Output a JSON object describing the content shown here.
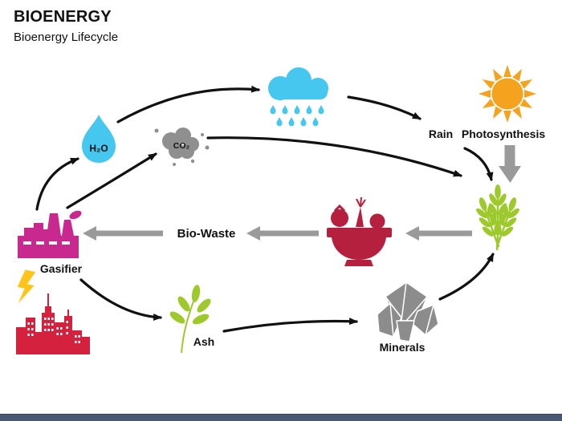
{
  "header": {
    "title": "BIOENERGY",
    "subtitle": "Bioenergy Lifecycle"
  },
  "labels": {
    "h2o": "H₂O",
    "co2": "CO₂",
    "rain": "Rain",
    "photosynthesis": "Photosynthesis",
    "bio_waste": "Bio-Waste",
    "gasifier": "Gasifier",
    "ash": "Ash",
    "minerals": "Minerals"
  },
  "icons": [
    {
      "name": "water-drop-icon",
      "color": "#45C7EF"
    },
    {
      "name": "co2-cloud-icon",
      "color": "#8F8F8F"
    },
    {
      "name": "rain-cloud-icon",
      "color": "#45C7EF"
    },
    {
      "name": "sun-icon",
      "color": "#F5A31E"
    },
    {
      "name": "wheat-icon",
      "color": "#9DC92D"
    },
    {
      "name": "food-bowl-icon",
      "color": "#B5203E"
    },
    {
      "name": "factory-icon",
      "color": "#C9298F"
    },
    {
      "name": "lightning-icon",
      "color": "#FFC41A"
    },
    {
      "name": "city-icon",
      "color": "#D4213D"
    },
    {
      "name": "leaf-icon",
      "color": "#9DC92D"
    },
    {
      "name": "minerals-icon",
      "color": "#8C8C8C"
    }
  ],
  "colors": {
    "cyan": "#45C7EF",
    "icon_gray": "#8F8F8F",
    "arrow_gray": "#9A9A9A",
    "sun_orange": "#F5A31E",
    "green": "#9DC92D",
    "crimson": "#B5203E",
    "city_red": "#D4213D",
    "magenta": "#C9298F",
    "bolt_yellow": "#FFC41A",
    "flow_black": "#111111",
    "footer_bar": "#4A5873"
  }
}
